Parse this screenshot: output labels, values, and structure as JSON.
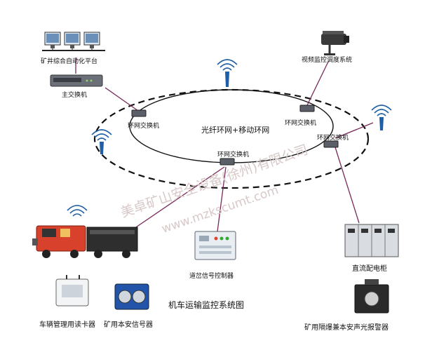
{
  "diagram": {
    "title": "机车运输监控系统图",
    "center_label": "光纤环网+移动环网",
    "platform_label": "矿井综合自动化平台",
    "main_switch_label": "主交换机",
    "ring_switch_label": "环网交换机",
    "video_label": "视频监控调度系统",
    "signal_controller_label": "道岔信号控制器",
    "power_cabinet_label": "直流配电柜",
    "card_reader_label": "车辆管理用读卡器",
    "signal_light_label": "矿用本安信号器",
    "alarm_label": "矿用隔爆兼本安声光报警器",
    "watermark_cn": "美卓矿山安全设备(徐州)有限公司",
    "watermark_url": "www.mzkscumt.com"
  },
  "colors": {
    "link_line": "#7a2a5a",
    "ring": "#111111",
    "wifi_blue": "#1f5fa8",
    "loco_red": "#d8412c",
    "signal_blue": "#2255aa"
  }
}
